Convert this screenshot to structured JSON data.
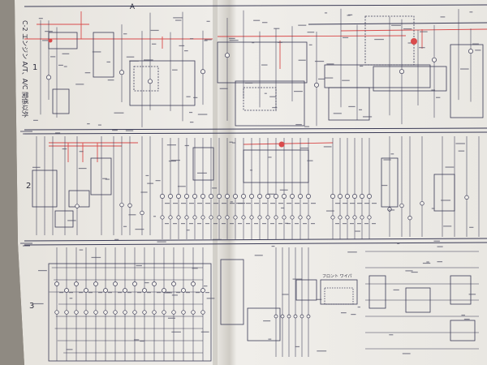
{
  "colors": {
    "paper": "#eceae6",
    "paper_shade": "#d9d6d0",
    "ink": "#3a3a55",
    "red": "#d94b4b",
    "background": "#8a857c"
  },
  "sheet": {
    "column_marker": "A",
    "vertical_title": "C-2 エンジン A/T、A/C 関係以外",
    "rows": [
      {
        "number": "1"
      },
      {
        "number": "2"
      },
      {
        "number": "3"
      }
    ]
  },
  "callouts": [
    "フロント ワイパ"
  ]
}
